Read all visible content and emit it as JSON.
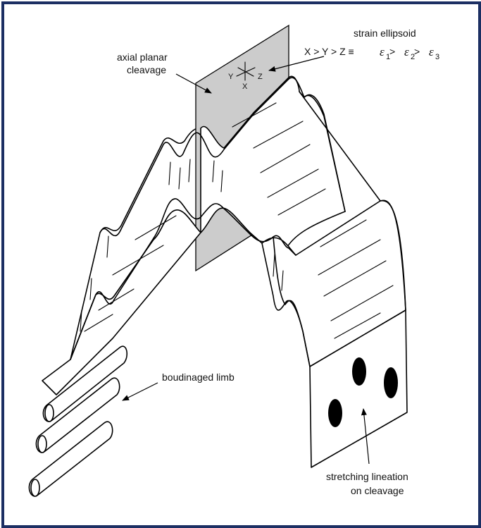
{
  "labels": {
    "strain_title": "strain ellipsoid",
    "strain_eq": "X > Y > Z  ≡",
    "eps1_sub": "1",
    "gt1": " > ",
    "eps2_sub": "2",
    "gt2": " > ",
    "eps3_sub": "3",
    "eps_symbol": "ε",
    "axial_line1": "axial planar",
    "axial_line2": "cleavage",
    "boudinaged": "boudinaged limb",
    "stretch_line1": "stretching lineation",
    "stretch_line2": "on cleavage",
    "axis_x": "X",
    "axis_y": "Y",
    "axis_z": "Z"
  },
  "colors": {
    "frame_border": "#1c2f63",
    "cleavage_plane": "#cccccc",
    "ink": "#000000"
  }
}
